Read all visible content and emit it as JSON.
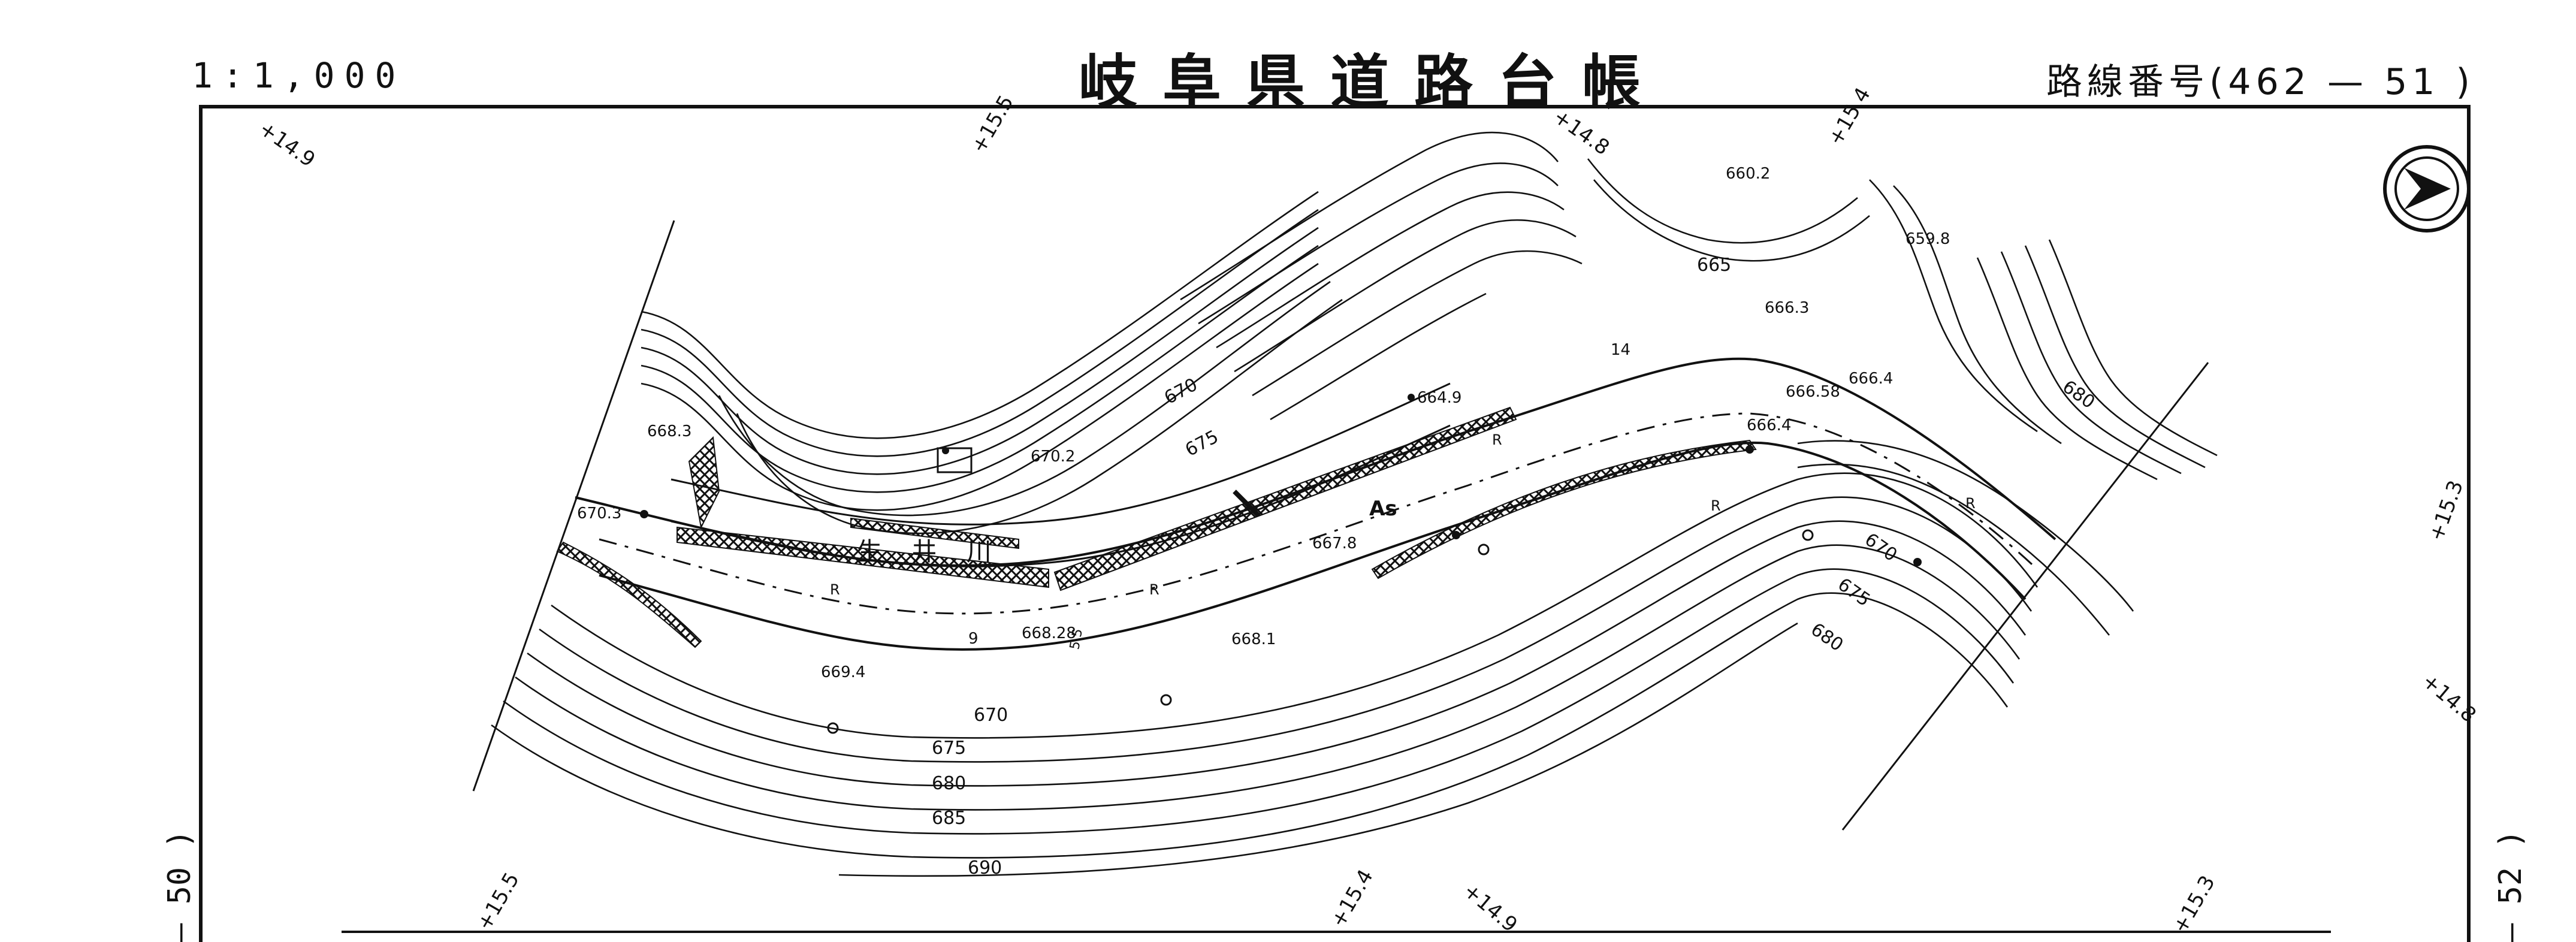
{
  "header": {
    "scale": "1:1,000",
    "title": "岐阜県道路台帳",
    "route_number": "路線番号(462 — 51 )"
  },
  "margins": {
    "left_sheet_ref": "— 50 )",
    "right_sheet_ref": "— 52 )"
  },
  "map": {
    "north_arrow": "north-arrow-icon",
    "river_name": "生 井 川",
    "pavement": "As",
    "bm_number": "14",
    "edge_values": {
      "top": [
        "+14.9",
        "+15.5",
        "+14.8",
        "+15.4"
      ],
      "right": [
        "+15.3",
        "+14.8"
      ],
      "bottom": [
        "+15.5",
        "+15.4",
        "+14.9",
        "+15.3"
      ]
    },
    "spot_heights": [
      "660.2",
      "659.8",
      "666.3",
      "666.58",
      "666.4",
      "666.4",
      "664.9",
      "670.2",
      "668.3",
      "670.3",
      "667.8",
      "668.28",
      "668.1",
      "669.4"
    ],
    "contour_labels": [
      "665",
      "670",
      "675",
      "680",
      "670",
      "675",
      "680",
      "670",
      "675",
      "680",
      "685",
      "690"
    ],
    "width_labels": [
      "9",
      "5.5"
    ],
    "marks": [
      "R",
      "R",
      "R",
      "R",
      "R"
    ]
  }
}
